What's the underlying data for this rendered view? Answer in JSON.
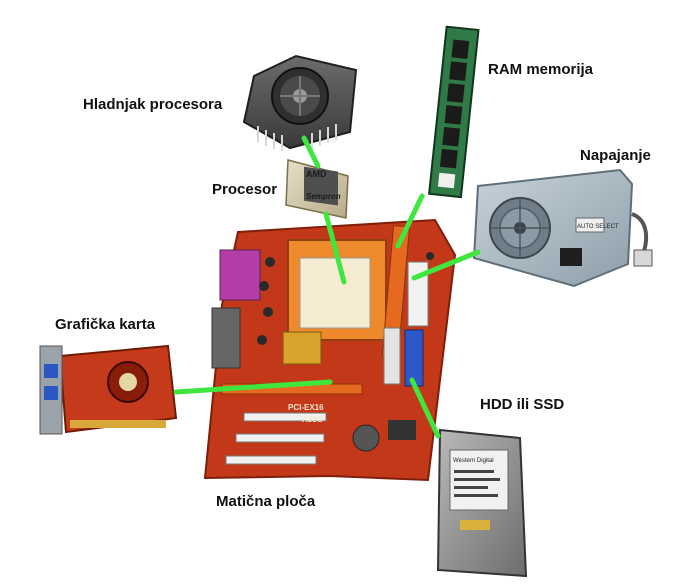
{
  "labels": {
    "cooler": "Hladnjak procesora",
    "ram": "RAM memorija",
    "cpu": "Procesor",
    "psu": "Napajanje",
    "gpu": "Grafička karta",
    "storage": "HDD ili SSD",
    "motherboard": "Matična ploča"
  },
  "chip_text": {
    "cpu_brand": "AMD",
    "cpu_model": "Sempron",
    "slot_text": "PCI-EX16",
    "chipset_text": "A33G",
    "psu_sticker": "AUTO SELECT",
    "hdd_brand": "Western Digital"
  },
  "colors": {
    "connector": "#3ee63e",
    "board": "#c4381a",
    "slot": "#e1621e",
    "psu_body": "#a9b8c2"
  }
}
